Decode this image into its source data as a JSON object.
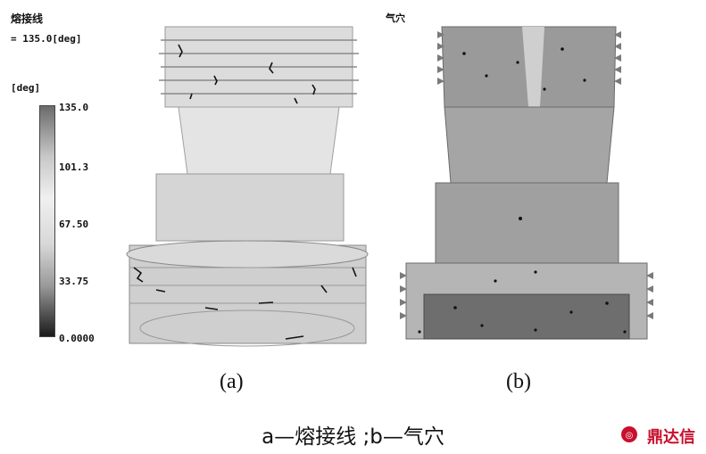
{
  "legend": {
    "title": "熔接线",
    "current_value": "= 135.0[deg]",
    "unit": "[deg]",
    "ticks": [
      "135.0",
      "101.3",
      "67.50",
      "33.75",
      "0.0000"
    ]
  },
  "panel_b": {
    "title": "气穴"
  },
  "labels": {
    "a": "(a)",
    "b": "(b)"
  },
  "caption": "a—熔接线 ;b—气穴",
  "brand": "鼎达信",
  "colors": {
    "brand": "#c8102e",
    "part_light": "#d7d7d7",
    "part_dark": "#8a8a8a"
  },
  "icons": {
    "brand_logo": "brand-logo-icon"
  }
}
